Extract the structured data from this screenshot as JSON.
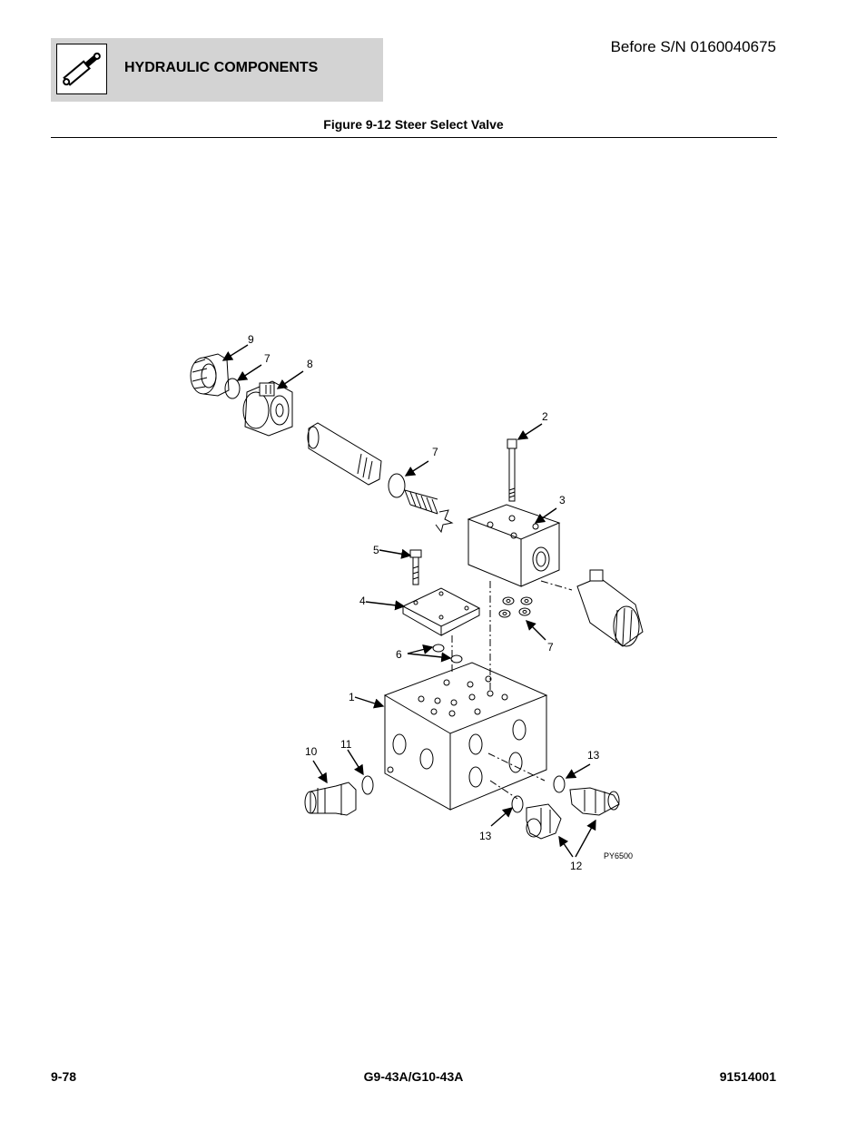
{
  "header": {
    "section_title": "HYDRAULIC COMPONENTS",
    "serial_note": "Before S/N 0160040675"
  },
  "figure": {
    "title": "Figure 9-12 Steer Select Valve",
    "drawing_code": "PY6500",
    "callouts": {
      "c1": "1",
      "c2": "2",
      "c3": "3",
      "c4": "4",
      "c5": "5",
      "c6": "6",
      "c7a": "7",
      "c7b": "7",
      "c7c": "7",
      "c8": "8",
      "c9": "9",
      "c10": "10",
      "c11": "11",
      "c12": "12",
      "c13a": "13",
      "c13b": "13"
    }
  },
  "footer": {
    "page_number": "9-78",
    "model": "G9-43A/G10-43A",
    "doc_number": "91514001"
  }
}
